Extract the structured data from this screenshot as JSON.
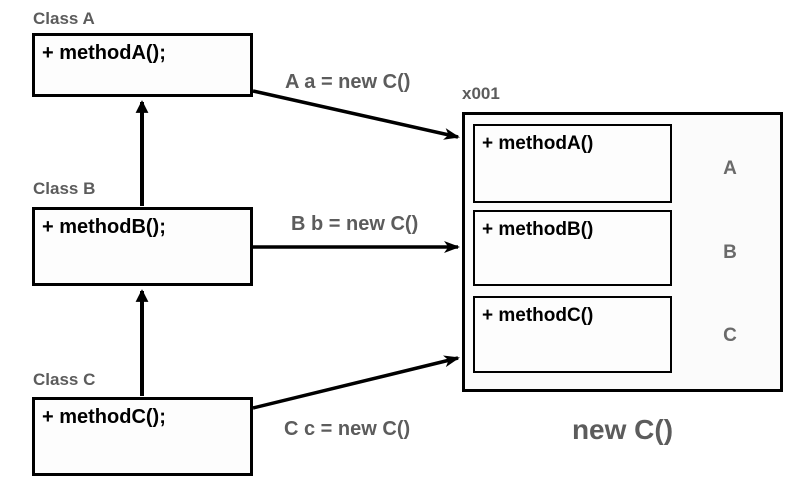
{
  "diagram": {
    "classes": [
      {
        "name": "Class A",
        "member": "+ methodA();"
      },
      {
        "name": "Class B",
        "member": "+ methodB();"
      },
      {
        "name": "Class C",
        "member": "+ methodC();"
      }
    ],
    "instance": {
      "id": "x001",
      "caption": "new C()",
      "slots": [
        {
          "method": "+ methodA()",
          "letter": "A"
        },
        {
          "method": "+ methodB()",
          "letter": "B"
        },
        {
          "method": "+ methodC()",
          "letter": "C"
        }
      ]
    },
    "assignments": [
      {
        "label": "A a = new C()"
      },
      {
        "label": "B b = new C()"
      },
      {
        "label": "C c = new C()"
      }
    ],
    "colors": {
      "label_gray": "#5c5c5c",
      "letter_gray": "#6a6a6a",
      "line_black": "#000000",
      "box_fill": "#fdfdfd",
      "background": "#ffffff"
    }
  }
}
